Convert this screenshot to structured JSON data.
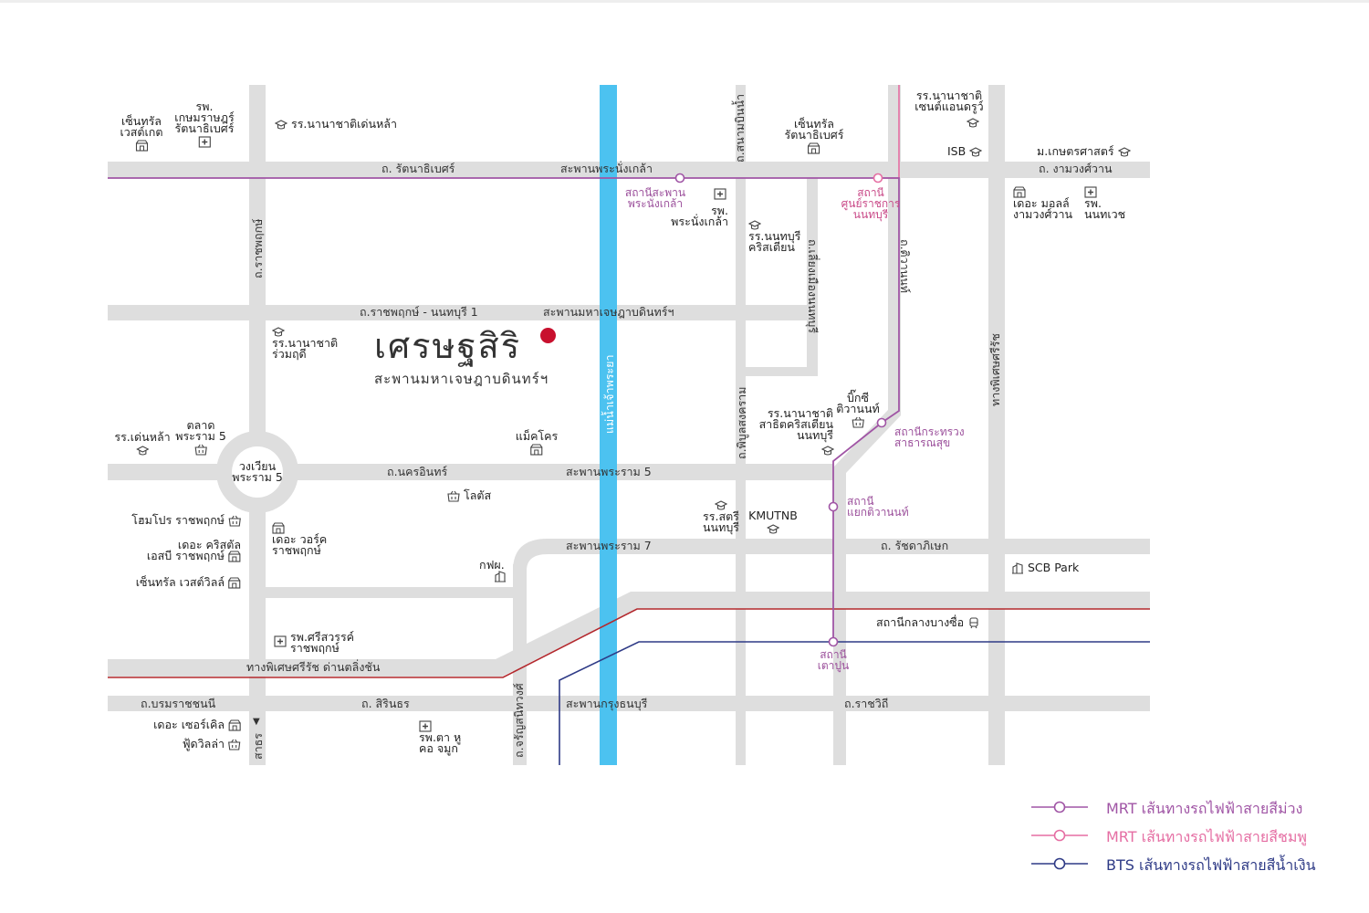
{
  "colors": {
    "road": "#dedede",
    "river": "#4cc2f0",
    "mrt_purple": "#a055a5",
    "mrt_pink": "#e56ea3",
    "bts_blue": "#2e3a86",
    "srt_red": "#b3282d",
    "brand_dot": "#c8102e",
    "text": "#222222"
  },
  "brand": {
    "title": "เศรษฐสิริ",
    "subtitle": "สะพานมหาเจษฎาบดินทร์ฯ"
  },
  "roads": {
    "rattanathibet": "ถ. รัตนาธิเบศร์",
    "phra_nang_klao_bridge": "สะพานพระนั่งเกล้า",
    "ngam_wong_wan": "ถ. งามวงศ์วาน",
    "ratchaphruek": "ถ.ราชพฤกษ์",
    "sanambinnam": "ถ.สนามบินน้ำ",
    "liang_muang": "ถ.เลี่ยงเมืองนนทบุรี",
    "tiwanon": "ถ.ติวานนท์",
    "ratchaphruek_nonthaburi1": "ถ.ราชพฤกษ์ - นนทบุรี 1",
    "maha_chesada_bridge": "สะพานมหาเจษฎาบดินทร์ฯ",
    "chao_phraya": "แม่น้ำเจ้าพระยา",
    "phibun_songkhram": "ถ.พิบูลสงคราม",
    "expressway_si_rat_right": "ทางพิเศษศรีรัช",
    "nakhon_in": "ถ.นครอินทร์",
    "rama5_bridge": "สะพานพระราม 5",
    "rama7_bridge": "สะพานพระราม 7",
    "ratchadaphisek": "ถ. รัชดาภิเษก",
    "expressway_dan_taling_chan": "ทางพิเศษศรีรัช ด่านตลิ่งชัน",
    "charan_sanitwong": "ถ.จรัญสนิทวงศ์",
    "borommaratchachonnani": "ถ.บรมราชชนนี",
    "sirindhorn": "ถ. สิรินธร",
    "krung_thon_buri_bridge": "สะพานกรุงธนบุรี",
    "ratchawithi": "ถ.ราชวิถี",
    "sai_noi_arrow": "▼",
    "sai_noi": "สาธร"
  },
  "roundabout": "วงเวียน\nพระราม 5",
  "stations": {
    "phra_nang_klao": "สถานีสะพาน\nพระนั่งเกล้า",
    "government_center": "สถานี\nศูนย์ราชการ\nนนทบุรี",
    "ministry_public_health": "สถานีกระทรวง\nสาธารณสุข",
    "yaek_tiwanon": "สถานี\nแยกติวานนท์",
    "tao_poon": "สถานี\nเตาปูน",
    "bang_sue_grand": "สถานีกลางบางซื่อ"
  },
  "places": {
    "central_westgate": "เซ็นทรัล\nเวสต์เกต",
    "kasemrad_hospital": "รพ.\nเกษมราษฎร์\nรัตนาธิเบศร์",
    "dbs_school": "รร.นานาชาติเด่นหล้า",
    "central_rattanathibet": "เซ็นทรัล\nรัตนาธิเบศร์",
    "nist_school": "รร.นานาชาติ\nเซนต์แอนดรูว์",
    "isb": "ISB",
    "kasetsart": "ม.เกษตรศาสตร์",
    "phranangklao_hospital": "รพ.\nพระนั่งเกล้า",
    "nonthaburi_christian": "รร.นนทบุรี\nคริสเตียน",
    "the_mall_ngamwongwan": "เดอะ มอลล์\nงามวงศ์วาน",
    "nonthavej_hospital": "รพ.\nนนทเวช",
    "ruamrudee_school": "รร.นานาชาติ\nร่วมฤดี",
    "big_c_tiwanon": "บิ๊กซี\nติวานนท์",
    "christian_intl_school": "รร.นานาชาติ\nสาธิตคริสเตียน\nนนทบุรี",
    "denla_school": "รร.เด่นหล้า",
    "talad_rama5": "ตลาด\nพระราม 5",
    "makro": "แม็คโคร",
    "lotus": "โลตัส",
    "homepro": "โฮมโปร ราชพฤกษ์",
    "crystal_sb": "เดอะ คริสตัล\nเอสบี ราชพฤกษ์",
    "central_westville": "เซ็นทรัล เวสต์วิลล์",
    "the_walk": "เดอะ วอร์ค\nราชพฤกษ์",
    "satri_nonthaburi": "รร.สตรี\nนนทบุรี",
    "kmutnb": "KMUTNB",
    "egat": "กฟผ.",
    "scb_park": "SCB Park",
    "srisawan_hospital": "รพ.ศรีสวรรค์\nราชพฤกษ์",
    "the_circle": "เดอะ เซอร์เคิล",
    "foodvilla": "ฟู้ดวิลล่า",
    "eye_ent_hospital": "รพ.ตา หู\nคอ จมูก"
  },
  "legend": [
    {
      "label": "MRT เส้นทางรถไฟฟ้าสายสีม่วง",
      "color": "#a055a5"
    },
    {
      "label": "MRT เส้นทางรถไฟฟ้าสายสีชมพู",
      "color": "#e56ea3"
    },
    {
      "label": "BTS เส้นทางรถไฟฟ้าสายสีน้ำเงิน",
      "color": "#2e3a86"
    }
  ]
}
